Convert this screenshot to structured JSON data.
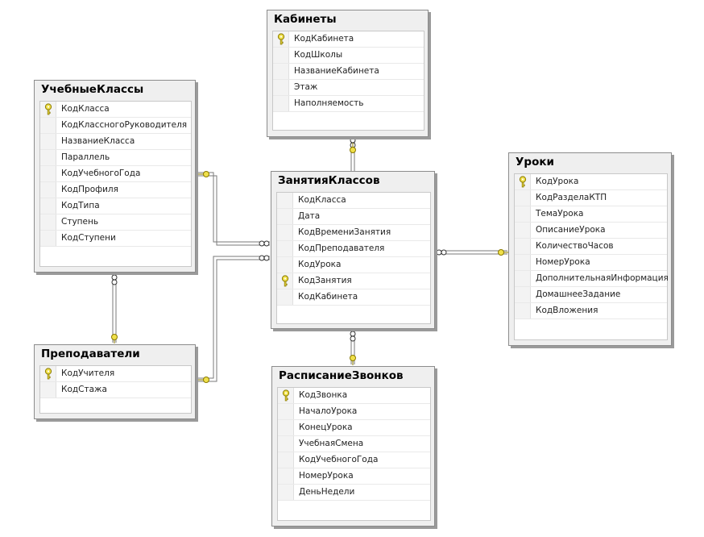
{
  "tables": {
    "kabinety": {
      "title": "Кабинеты",
      "columns": [
        "КодКабинета",
        "КодШколы",
        "НазваниеКабинета",
        "Этаж",
        "Наполняемость"
      ],
      "pk": [
        0
      ]
    },
    "uchebnye": {
      "title": "УчебныеКлассы",
      "columns": [
        "КодКласса",
        "КодКлассногоРуководителя",
        "НазваниеКласса",
        "Параллель",
        "КодУчебногоГода",
        "КодПрофиля",
        "КодТипа",
        "Ступень",
        "КодСтупени"
      ],
      "pk": [
        0
      ]
    },
    "zanyatiya": {
      "title": "ЗанятияКлассов",
      "columns": [
        "КодКласса",
        "Дата",
        "КодВремениЗанятия",
        "КодПреподавателя",
        "КодУрока",
        "КодЗанятия",
        "КодКабинета"
      ],
      "pk": [
        5
      ]
    },
    "uroki": {
      "title": "Уроки",
      "columns": [
        "КодУрока",
        "КодРазделаКТП",
        "ТемаУрока",
        "ОписаниеУрока",
        "КоличествоЧасов",
        "НомерУрока",
        "ДополнительнаяИнформация",
        "ДомашнееЗадание",
        "КодВложения"
      ],
      "pk": [
        0
      ]
    },
    "prepodavateli": {
      "title": "Преподаватели",
      "columns": [
        "КодУчителя",
        "КодСтажа"
      ],
      "pk": [
        0
      ]
    },
    "raspisanie": {
      "title": "РасписаниеЗвонков",
      "columns": [
        "КодЗвонка",
        "НачалоУрока",
        "КонецУрока",
        "УчебнаяСмена",
        "КодУчебногоГода",
        "НомерУрока",
        "ДеньНедели"
      ],
      "pk": [
        0
      ]
    }
  },
  "colors": {
    "key_fill": "#f0e04a",
    "key_stroke": "#8a7a00",
    "line": "#7a7a7a",
    "panel": "#efefef"
  }
}
